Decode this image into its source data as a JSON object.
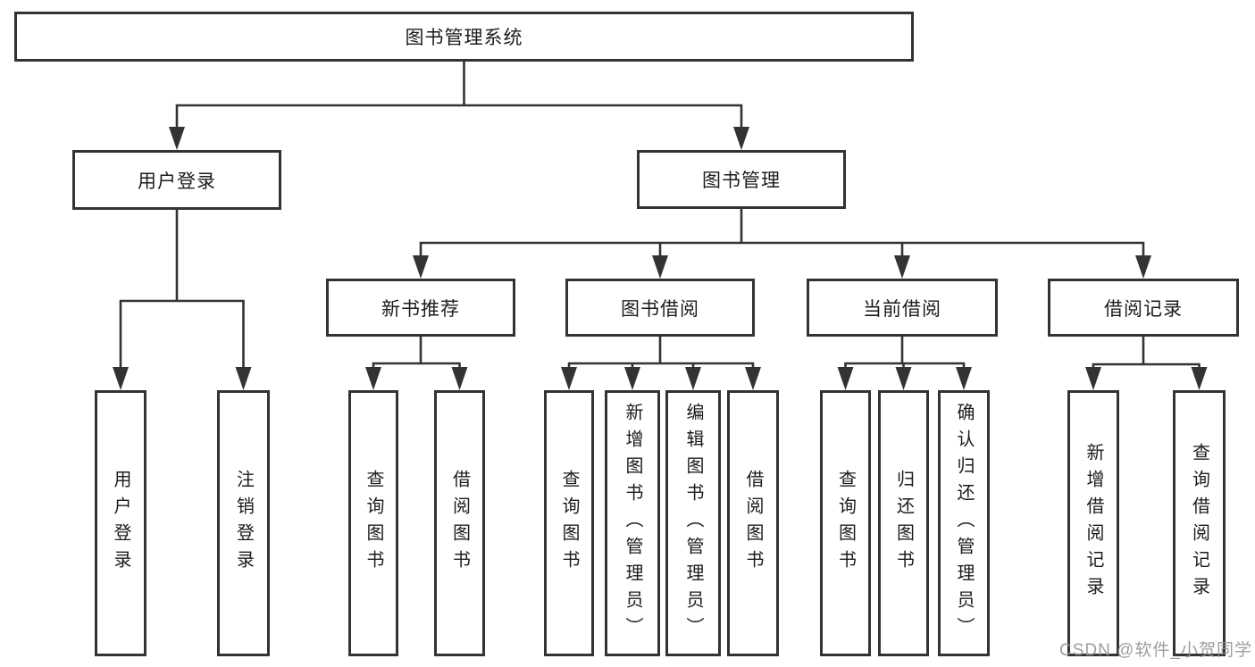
{
  "tree": {
    "root": "图书管理系统",
    "branches": [
      {
        "label": "用户登录",
        "children": [
          {
            "label": "用户登录"
          },
          {
            "label": "注销登录"
          }
        ]
      },
      {
        "label": "图书管理",
        "children": [
          {
            "label": "新书推荐",
            "children": [
              {
                "label": "查询图书"
              },
              {
                "label": "借阅图书"
              }
            ]
          },
          {
            "label": "图书借阅",
            "children": [
              {
                "label": "查询图书"
              },
              {
                "label": "新增图书（管理员）"
              },
              {
                "label": "编辑图书（管理员）"
              },
              {
                "label": "借阅图书"
              }
            ]
          },
          {
            "label": "当前借阅",
            "children": [
              {
                "label": "查询图书"
              },
              {
                "label": "归还图书"
              },
              {
                "label": "确认归还（管理员）"
              }
            ]
          },
          {
            "label": "借阅记录",
            "children": [
              {
                "label": "新增借阅记录"
              },
              {
                "label": "查询借阅记录"
              }
            ]
          }
        ]
      }
    ]
  },
  "watermark": "CSDN @软件_小贺同学",
  "colors": {
    "line": "#333333",
    "text": "#1c1c1c",
    "box_background": "#ffffff",
    "watermark": "#949494"
  }
}
